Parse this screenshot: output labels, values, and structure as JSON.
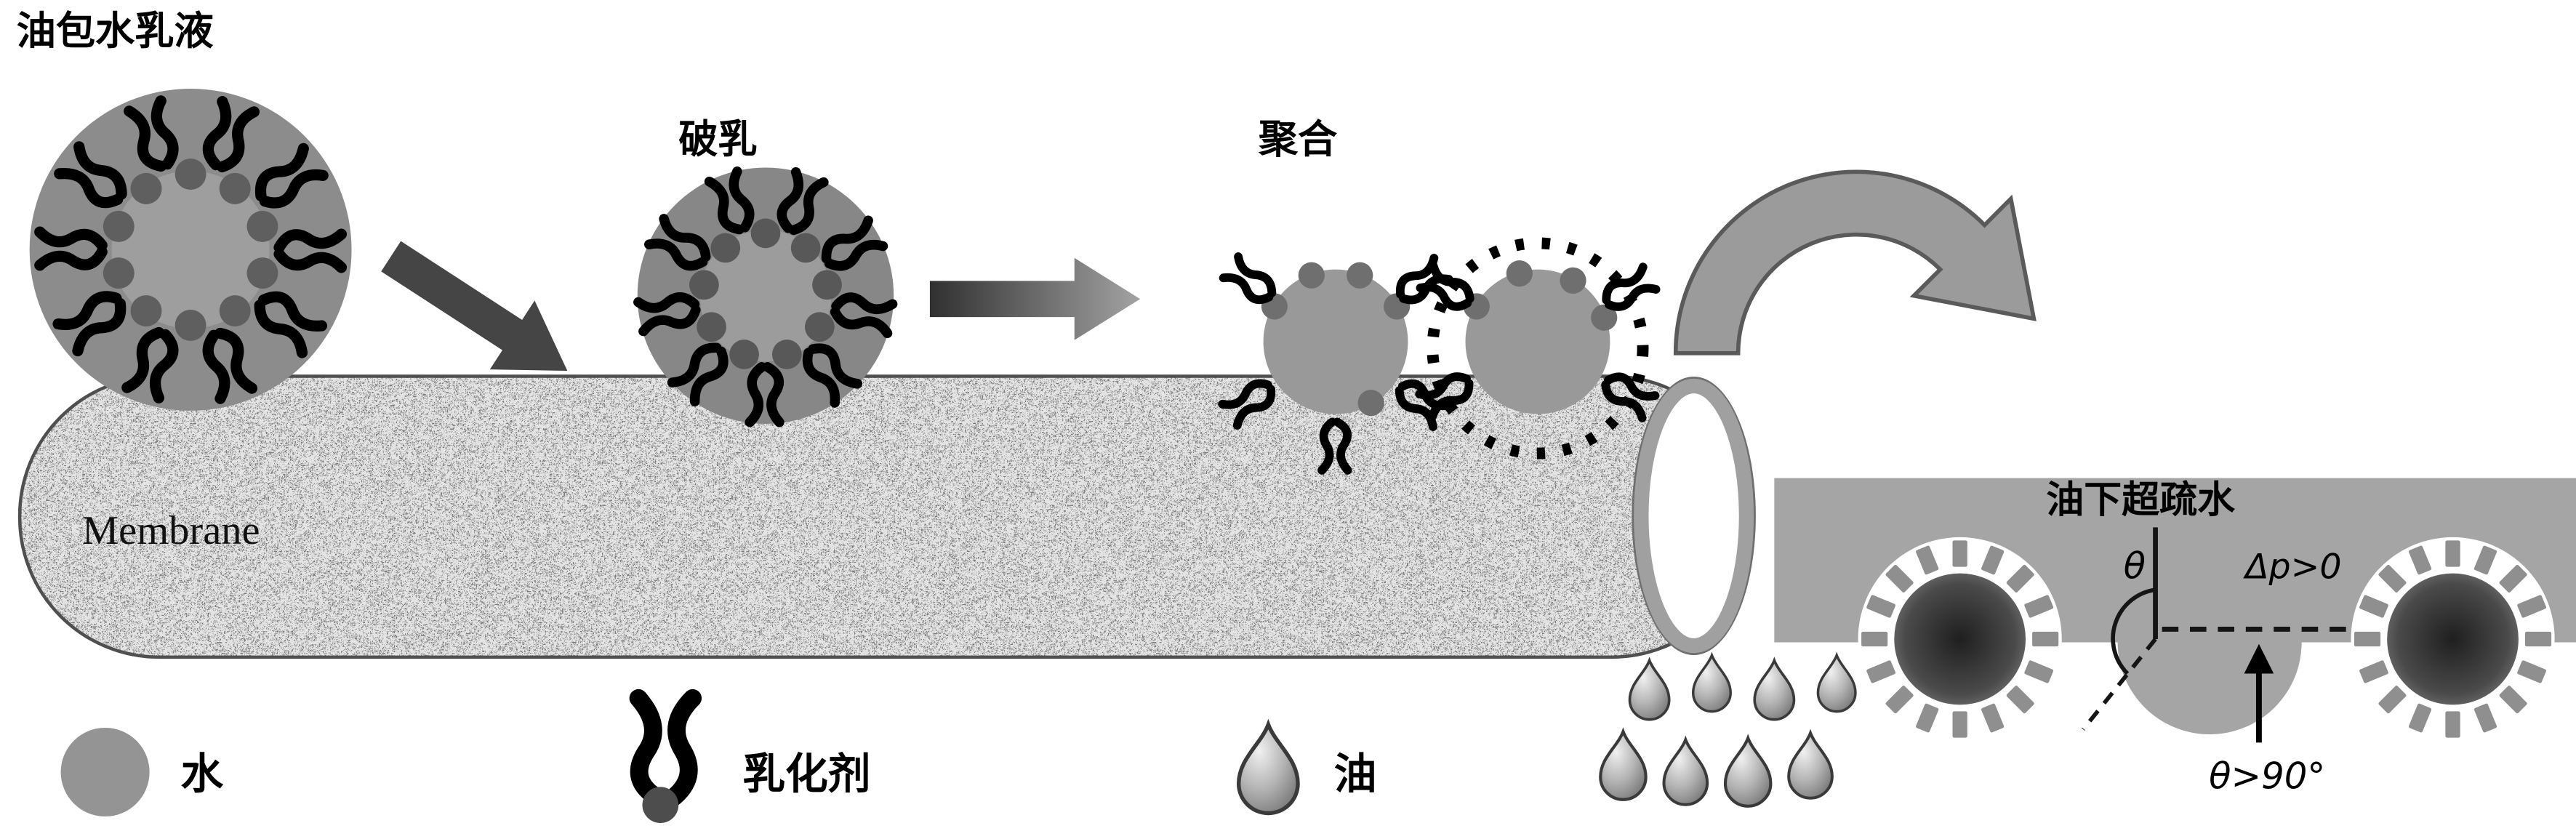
{
  "figure": {
    "title": "油包水乳液",
    "membrane": {
      "label": "Membrane"
    },
    "stages": [
      {
        "id": "demulsification",
        "label": "破乳"
      },
      {
        "id": "coalescence",
        "label": "聚合"
      }
    ],
    "right_panel": {
      "title": "油下超疏水",
      "contact_angle": "θ",
      "pressure": "Δp>0",
      "angle_condition": "θ>90°"
    },
    "legend": {
      "items": [
        {
          "icon": "water-circle-icon",
          "label": "水"
        },
        {
          "icon": "emulsifier-icon",
          "label": "乳化剂"
        },
        {
          "icon": "oil-drop-icon",
          "label": "油"
        }
      ]
    },
    "colors": {
      "droplet_gray": "#8c8c8c",
      "inner_water_dot": "#5f5f5f",
      "membrane_base": "#c2c2c2",
      "slab_gray": "#a5a5a5",
      "arrow_dark": "#454545",
      "background": "#ffffff"
    }
  }
}
